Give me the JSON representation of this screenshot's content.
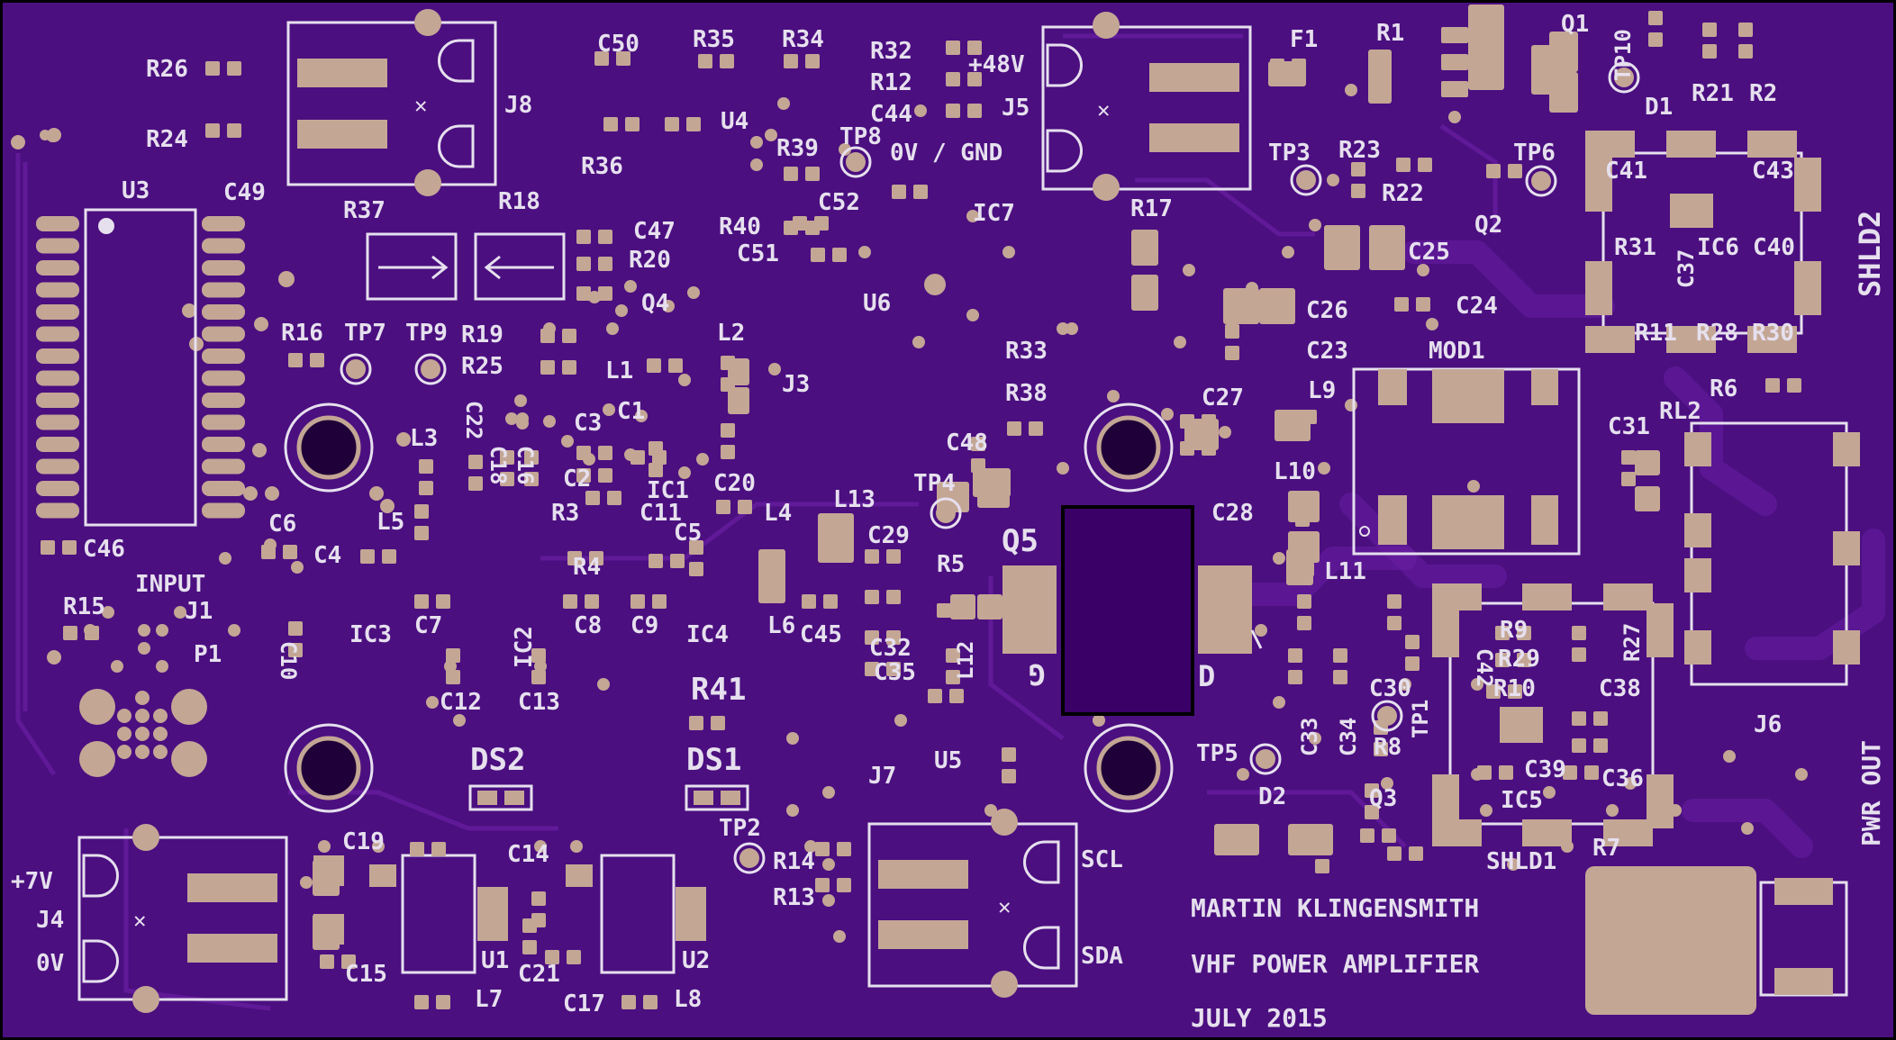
{
  "board": {
    "colors": {
      "mask": "#4b0f80",
      "silk": "#e6e0ee",
      "pad": "#c4a695",
      "edge": "#000000"
    },
    "labels": {
      "R26": "R26",
      "R24": "R24",
      "J8": "J8",
      "C50": "C50",
      "R35": "R35",
      "R34": "R34",
      "R32": "R32",
      "R12": "R12",
      "C44": "C44",
      "plus48v": "+48V",
      "J5": "J5",
      "ov_gnd": "0V / GND",
      "F1": "F1",
      "R1": "R1",
      "Q1": "Q1",
      "TP10": "TP10",
      "D1": "D1",
      "R21": "R21",
      "R2": "R2",
      "U3": "U3",
      "C49": "C49",
      "R36": "R36",
      "U4": "U4",
      "R39": "R39",
      "TP8": "TP8",
      "TP3": "TP3",
      "R23": "R23",
      "R22": "R22",
      "Q2": "Q2",
      "TP6": "TP6",
      "C41": "C41",
      "C43": "C43",
      "SHLD2": "SHLD2",
      "R37": "R37",
      "R18": "R18",
      "C47": "C47",
      "R20": "R20",
      "R40": "R40",
      "C52": "C52",
      "C51": "C51",
      "IC7": "IC7",
      "R17": "R17",
      "C25": "C25",
      "R31": "R31",
      "C37": "C37",
      "IC6": "IC6",
      "C40": "C40",
      "Q4": "Q4",
      "U6": "U6",
      "C26": "C26",
      "C24": "C24",
      "R11": "R11",
      "R28": "R28",
      "R30": "R30",
      "R16": "R16",
      "TP7": "TP7",
      "TP9": "TP9",
      "R19": "R19",
      "R25": "R25",
      "L2": "L2",
      "R33": "R33",
      "C23": "C23",
      "MOD1": "MOD1",
      "L1": "L1",
      "R38": "R38",
      "C27": "C27",
      "L9": "L9",
      "R6": "R6",
      "C22": "C22",
      "C1": "C1",
      "J3": "J3",
      "C31": "C31",
      "RL2": "RL2",
      "L3": "L3",
      "C3": "C3",
      "C48": "C48",
      "C18": "C18",
      "C16": "C16",
      "IC1": "IC1",
      "C2": "C2",
      "L10": "L10",
      "C20": "C20",
      "TP4": "TP4",
      "C28": "C28",
      "R3": "R3",
      "C11": "C11",
      "L4": "L4",
      "L13": "L13",
      "L5": "L5",
      "C6": "C6",
      "C46": "C46",
      "C5": "C5",
      "C29": "C29",
      "Q5": "Q5",
      "C4": "C4",
      "R4": "R4",
      "R5": "R5",
      "L11": "L11",
      "INPUT": "INPUT",
      "J1": "J1",
      "R15": "R15",
      "IC3": "IC3",
      "C7": "C7",
      "IC2": "IC2",
      "C8": "C8",
      "C9": "C9",
      "IC4": "IC4",
      "L6": "L6",
      "C45": "C45",
      "C42": "C42",
      "R9": "R9",
      "R29": "R29",
      "R27": "R27",
      "P1": "P1",
      "C10": "C10",
      "C32": "C32",
      "C35": "C35",
      "L12": "L12",
      "G": "G",
      "D": "D",
      "R10": "R10",
      "C38": "C38",
      "C12": "C12",
      "C13": "C13",
      "R41": "R41",
      "C30": "C30",
      "TP1": "TP1",
      "C33": "C33",
      "C34": "C34",
      "R8": "R8",
      "J6": "J6",
      "DS2": "DS2",
      "DS1": "DS1",
      "U5": "U5",
      "TP5": "TP5",
      "C39": "C39",
      "C36": "C36",
      "IC5": "IC5",
      "PWR_OUT": "PWR OUT",
      "D2": "D2",
      "Q3": "Q3",
      "J7": "J7",
      "TP2": "TP2",
      "SHLD1": "SHLD1",
      "R7": "R7",
      "C19": "C19",
      "C14": "C14",
      "R14": "R14",
      "SCL": "SCL",
      "plus7v": "+7V",
      "J4": "J4",
      "zero_v": "0V",
      "R13": "R13",
      "C15": "C15",
      "U1": "U1",
      "C21": "C21",
      "U2": "U2",
      "L7": "L7",
      "C17": "C17",
      "L8": "L8",
      "SDA": "SDA"
    },
    "credits": {
      "author": "MARTIN KLINGENSMITH",
      "project": "VHF POWER AMPLIFIER",
      "date": "JULY 2015"
    }
  }
}
